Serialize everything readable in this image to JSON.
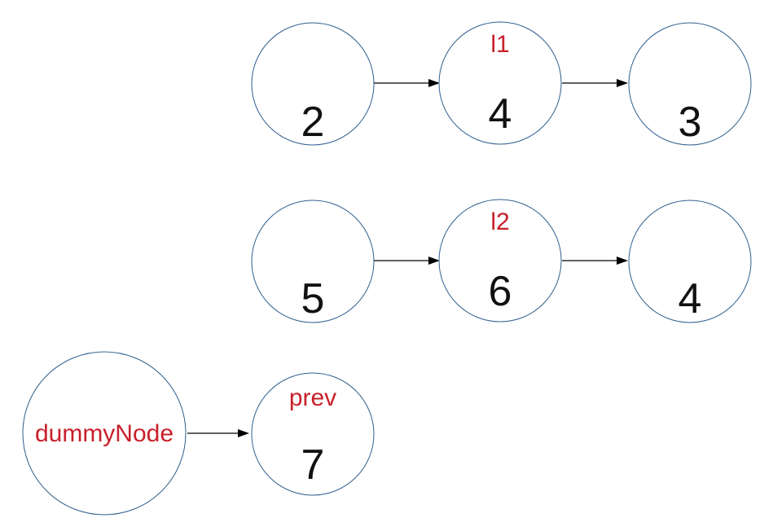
{
  "colors": {
    "pointer_label": "#c8202a",
    "node_stroke": "#2f5f8f",
    "value_text": "#111111",
    "edge": "#000000"
  },
  "list1": {
    "nodes": [
      {
        "value": "2",
        "pointer": ""
      },
      {
        "value": "4",
        "pointer": "l1"
      },
      {
        "value": "3",
        "pointer": ""
      }
    ]
  },
  "list2": {
    "nodes": [
      {
        "value": "5",
        "pointer": ""
      },
      {
        "value": "6",
        "pointer": "l2"
      },
      {
        "value": "4",
        "pointer": ""
      }
    ]
  },
  "result": {
    "dummy_label": "dummyNode",
    "nodes": [
      {
        "value": "7",
        "pointer": "prev"
      }
    ]
  }
}
